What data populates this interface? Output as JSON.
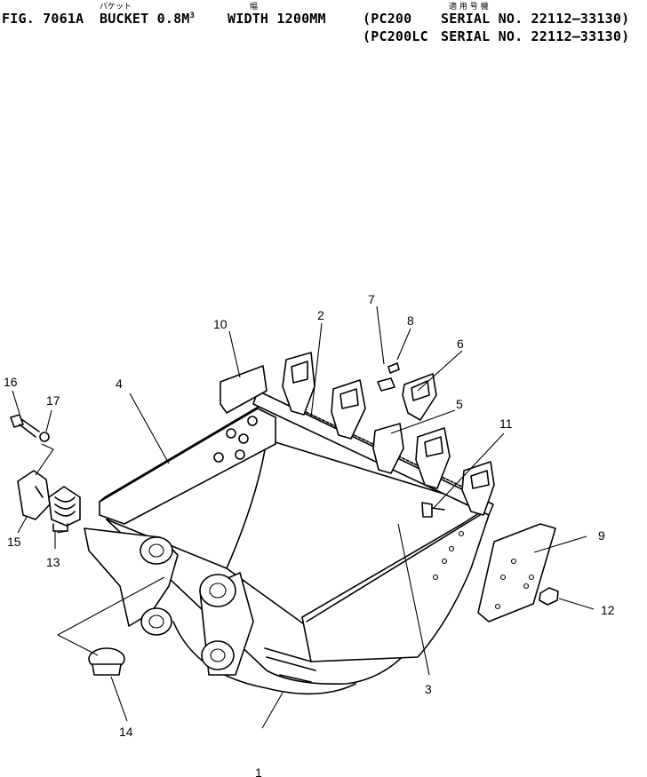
{
  "header": {
    "fig": "FIG. 7061A",
    "title_prefix": "BUCKET 0.8M",
    "title_sup": "3",
    "width_label": "WIDTH 1200MM",
    "applicability": [
      {
        "model": "(PC200",
        "serial": "SERIAL NO. 22112–33130)"
      },
      {
        "model": "(PC200LC",
        "serial": "SERIAL NO. 22112–33130)"
      }
    ],
    "kana_bucket": "バケット",
    "kana_width": "幅",
    "kana_applicable": "適 用 号 機"
  },
  "callouts": [
    "1",
    "2",
    "3",
    "4",
    "5",
    "6",
    "7",
    "8",
    "9",
    "10",
    "11",
    "12",
    "13",
    "14",
    "15",
    "16",
    "17"
  ]
}
